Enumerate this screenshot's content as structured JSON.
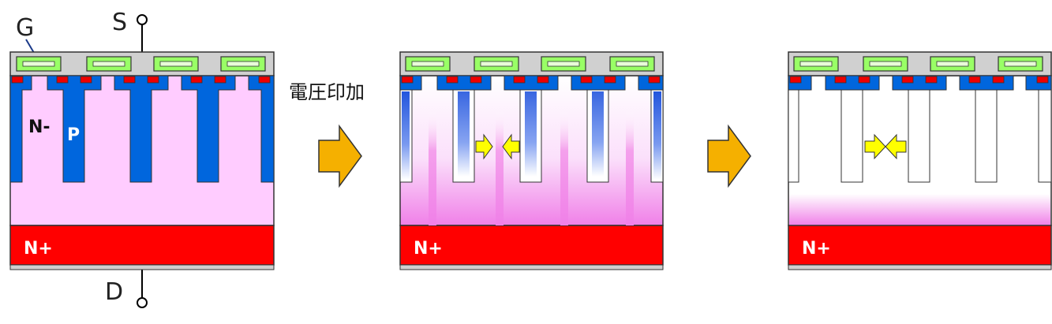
{
  "labels": {
    "gate": "G",
    "source": "S",
    "drain": "D",
    "n_minus": "N-",
    "p": "P",
    "n_plus": "N+",
    "voltage_applied": "電圧印加"
  },
  "colors": {
    "n_minus_region": "#ffccff",
    "p_column": "#0066dd",
    "n_plus_substrate": "#ff0000",
    "gate_electrode": "#99ff66",
    "source_metal": "#d0d0d0",
    "source_contact": "#ee0000",
    "process_arrow": "#f5b000",
    "depletion_arrow": "#ffff00"
  }
}
